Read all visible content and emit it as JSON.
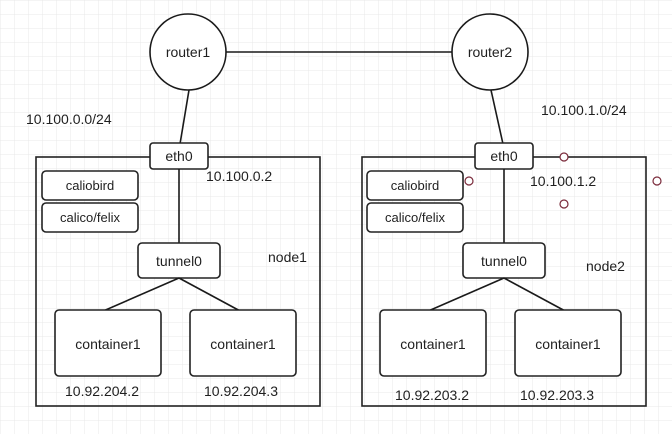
{
  "routers": {
    "r1": "router1",
    "r2": "router2"
  },
  "subnets": {
    "left": "10.100.0.0/24",
    "right": "10.100.1.0/24"
  },
  "node1": {
    "name": "node1",
    "eth": "eth0",
    "eth_ip": "10.100.0.2",
    "bird": "caliobird",
    "felix": "calico/felix",
    "tunnel": "tunnel0",
    "container_a": "container1",
    "container_b": "container1",
    "ip_a": "10.92.204.2",
    "ip_b": "10.92.204.3"
  },
  "node2": {
    "name": "node2",
    "eth": "eth0",
    "eth_ip": "10.100.1.2",
    "bird": "caliobird",
    "felix": "calico/felix",
    "tunnel": "tunnel0",
    "container_a": "container1",
    "container_b": "container1",
    "ip_a": "10.92.203.2",
    "ip_b": "10.92.203.3"
  },
  "colors": {
    "stroke": "#1a1a1a",
    "grid": "#e6e6e6",
    "selection_handle": "#7a2a3a"
  }
}
